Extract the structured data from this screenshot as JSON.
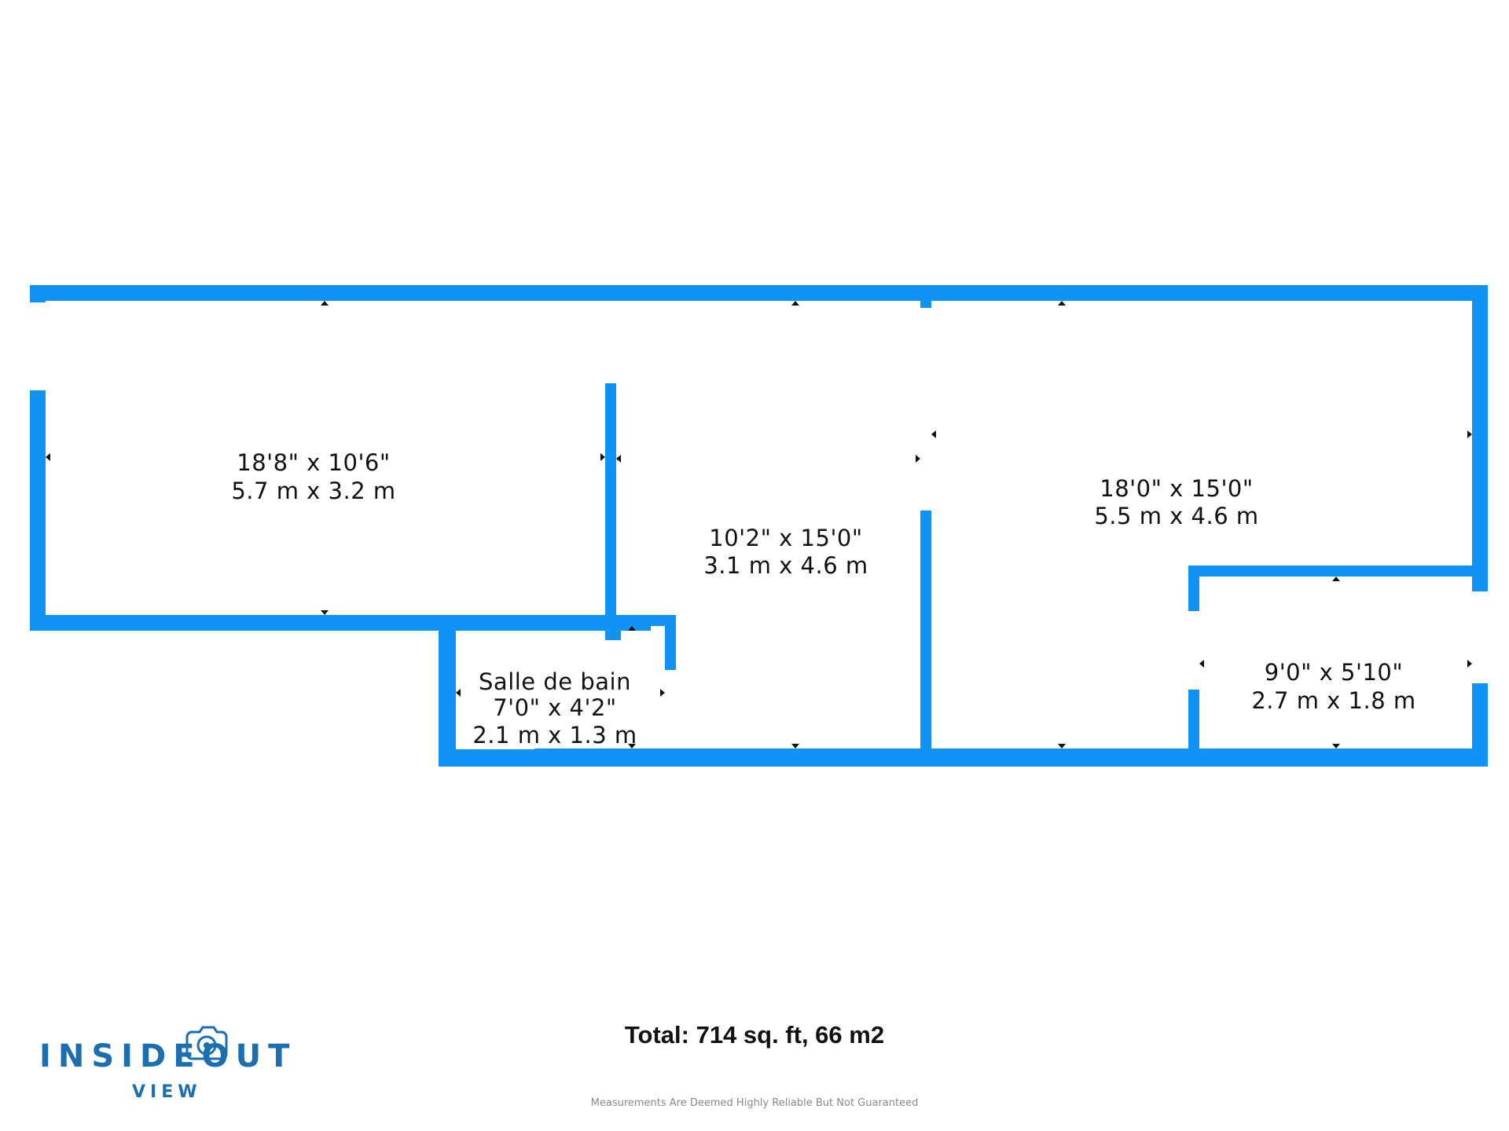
{
  "colors": {
    "wall": "#1193f5",
    "arrow": "#111111",
    "logo": "#1b6fb0"
  },
  "rooms": [
    {
      "id": "room-1",
      "line1": "18'8\" x 10'6\"",
      "line2": "5.7 m x 3.2 m"
    },
    {
      "id": "room-2",
      "line1": "10'2\" x 15'0\"",
      "line2": "3.1 m x 4.6 m"
    },
    {
      "id": "room-3",
      "line1": "18'0\" x 15'0\"",
      "line2": "5.5 m x 4.6 m"
    },
    {
      "id": "bathroom",
      "name": "Salle de bain",
      "line1": "7'0\" x 4'2\"",
      "line2": "2.1 m x 1.3 m"
    },
    {
      "id": "room-5",
      "line1": "9'0\" x 5'10\"",
      "line2": "2.7 m x 1.8 m"
    }
  ],
  "total": "Total: 714 sq. ft, 66 m2",
  "disclaimer": "Measurements Are Deemed Highly Reliable But Not Guaranteed",
  "logo": {
    "text": "INSIDEOUT",
    "subtext": "VIEW",
    "icon": "camera-icon"
  }
}
